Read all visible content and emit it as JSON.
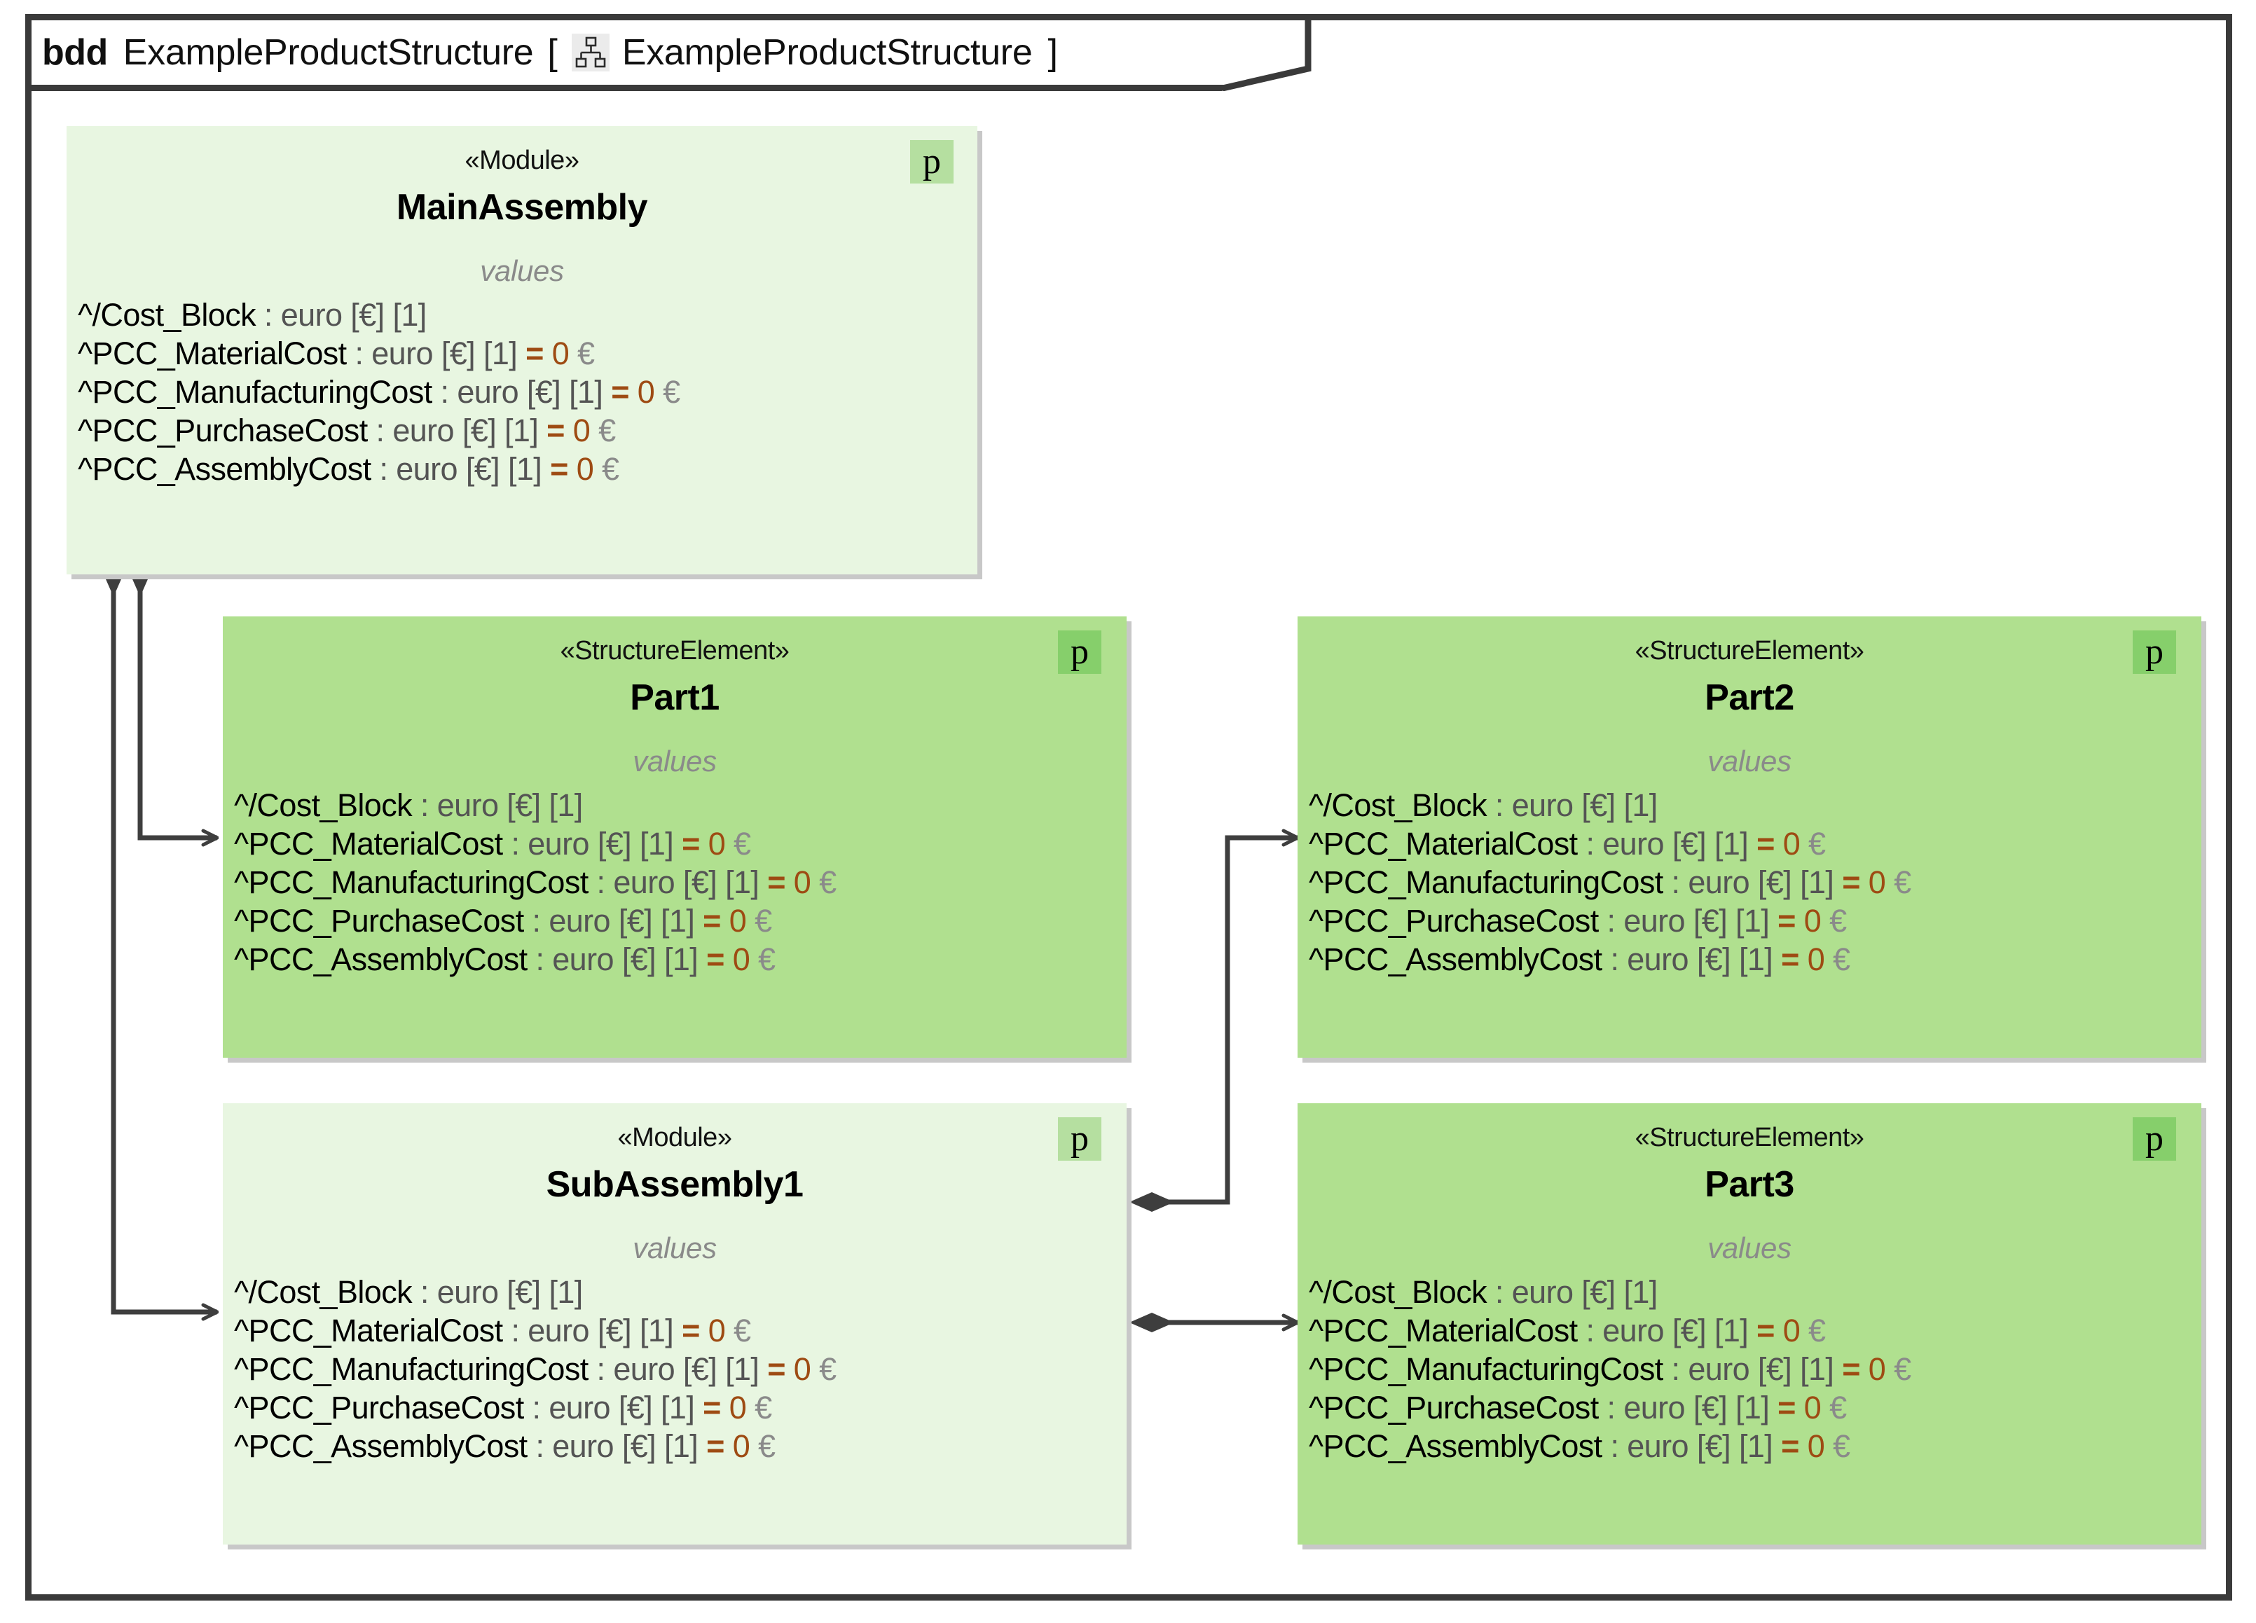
{
  "frame": {
    "kind": "bdd",
    "diagram_name": "ExampleProductStructure",
    "bracket_open": "[",
    "icon": "package-tree-icon",
    "scope_name": "ExampleProductStructure",
    "bracket_close": "]"
  },
  "labels": {
    "values_heading": "values",
    "badge": "p"
  },
  "value_template": {
    "type_text": " : euro [€] [1]",
    "equals": " = ",
    "zero": "0",
    "currency": "€"
  },
  "blocks": [
    {
      "id": "main-assembly",
      "stereotype": "«Module»",
      "name": "MainAssembly",
      "kind": "module",
      "badge": "p",
      "values_heading": "values",
      "values": [
        {
          "prefix": "^",
          "name": "/Cost_Block",
          "type": " : euro [€] [1]",
          "has_default": false
        },
        {
          "prefix": "^",
          "name": "PCC_MaterialCost",
          "type": " : euro [€] [1]",
          "has_default": true,
          "default": "0",
          "currency": "€"
        },
        {
          "prefix": "^",
          "name": "PCC_ManufacturingCost",
          "type": " : euro [€] [1]",
          "has_default": true,
          "default": "0",
          "currency": "€"
        },
        {
          "prefix": "^",
          "name": "PCC_PurchaseCost",
          "type": " : euro [€] [1]",
          "has_default": true,
          "default": "0",
          "currency": "€"
        },
        {
          "prefix": "^",
          "name": "PCC_AssemblyCost",
          "type": " : euro [€] [1]",
          "has_default": true,
          "default": "0",
          "currency": "€"
        }
      ]
    },
    {
      "id": "part1",
      "stereotype": "«StructureElement»",
      "name": "Part1",
      "kind": "structel",
      "badge": "p",
      "values_heading": "values",
      "values": [
        {
          "prefix": "^",
          "name": "/Cost_Block",
          "type": " : euro [€] [1]",
          "has_default": false
        },
        {
          "prefix": "^",
          "name": "PCC_MaterialCost",
          "type": " : euro [€] [1]",
          "has_default": true,
          "default": "0",
          "currency": "€"
        },
        {
          "prefix": "^",
          "name": "PCC_ManufacturingCost",
          "type": " : euro [€] [1]",
          "has_default": true,
          "default": "0",
          "currency": "€"
        },
        {
          "prefix": "^",
          "name": "PCC_PurchaseCost",
          "type": " : euro [€] [1]",
          "has_default": true,
          "default": "0",
          "currency": "€"
        },
        {
          "prefix": "^",
          "name": "PCC_AssemblyCost",
          "type": " : euro [€] [1]",
          "has_default": true,
          "default": "0",
          "currency": "€"
        }
      ]
    },
    {
      "id": "part2",
      "stereotype": "«StructureElement»",
      "name": "Part2",
      "kind": "structel",
      "badge": "p",
      "values_heading": "values",
      "values": [
        {
          "prefix": "^",
          "name": "/Cost_Block",
          "type": " : euro [€] [1]",
          "has_default": false
        },
        {
          "prefix": "^",
          "name": "PCC_MaterialCost",
          "type": " : euro [€] [1]",
          "has_default": true,
          "default": "0",
          "currency": "€"
        },
        {
          "prefix": "^",
          "name": "PCC_ManufacturingCost",
          "type": " : euro [€] [1]",
          "has_default": true,
          "default": "0",
          "currency": "€"
        },
        {
          "prefix": "^",
          "name": "PCC_PurchaseCost",
          "type": " : euro [€] [1]",
          "has_default": true,
          "default": "0",
          "currency": "€"
        },
        {
          "prefix": "^",
          "name": "PCC_AssemblyCost",
          "type": " : euro [€] [1]",
          "has_default": true,
          "default": "0",
          "currency": "€"
        }
      ]
    },
    {
      "id": "subassembly1",
      "stereotype": "«Module»",
      "name": "SubAssembly1",
      "kind": "module",
      "badge": "p",
      "values_heading": "values",
      "values": [
        {
          "prefix": "^",
          "name": "/Cost_Block",
          "type": " : euro [€] [1]",
          "has_default": false
        },
        {
          "prefix": "^",
          "name": "PCC_MaterialCost",
          "type": " : euro [€] [1]",
          "has_default": true,
          "default": "0",
          "currency": "€"
        },
        {
          "prefix": "^",
          "name": "PCC_ManufacturingCost",
          "type": " : euro [€] [1]",
          "has_default": true,
          "default": "0",
          "currency": "€"
        },
        {
          "prefix": "^",
          "name": "PCC_PurchaseCost",
          "type": " : euro [€] [1]",
          "has_default": true,
          "default": "0",
          "currency": "€"
        },
        {
          "prefix": "^",
          "name": "PCC_AssemblyCost",
          "type": " : euro [€] [1]",
          "has_default": true,
          "default": "0",
          "currency": "€"
        }
      ]
    },
    {
      "id": "part3",
      "stereotype": "«StructureElement»",
      "name": "Part3",
      "kind": "structel",
      "badge": "p",
      "values_heading": "values",
      "values": [
        {
          "prefix": "^",
          "name": "/Cost_Block",
          "type": " : euro [€] [1]",
          "has_default": false
        },
        {
          "prefix": "^",
          "name": "PCC_MaterialCost",
          "type": " : euro [€] [1]",
          "has_default": true,
          "default": "0",
          "currency": "€"
        },
        {
          "prefix": "^",
          "name": "PCC_ManufacturingCost",
          "type": " : euro [€] [1]",
          "has_default": true,
          "default": "0",
          "currency": "€"
        },
        {
          "prefix": "^",
          "name": "PCC_PurchaseCost",
          "type": " : euro [€] [1]",
          "has_default": true,
          "default": "0",
          "currency": "€"
        },
        {
          "prefix": "^",
          "name": "PCC_AssemblyCost",
          "type": " : euro [€] [1]",
          "has_default": true,
          "default": "0",
          "currency": "€"
        }
      ]
    }
  ],
  "connections": [
    {
      "id": "main-to-part1",
      "from": "MainAssembly",
      "to": "Part1",
      "type": "composition"
    },
    {
      "id": "main-to-subassembly1",
      "from": "MainAssembly",
      "to": "SubAssembly1",
      "type": "composition"
    },
    {
      "id": "subassembly1-to-part2",
      "from": "SubAssembly1",
      "to": "Part2",
      "type": "composition"
    },
    {
      "id": "subassembly1-to-part3",
      "from": "SubAssembly1",
      "to": "Part3",
      "type": "composition"
    }
  ],
  "colors": {
    "module_fill": "#E8F6E1",
    "structure_element_fill": "#B0E08F",
    "badge_module": "#B5DFA0",
    "badge_structel": "#86CF6B",
    "frame_border": "#3A3A3A",
    "connector": "#3E3E3E",
    "default_value": "#9E4B13",
    "type_text": "#545454",
    "values_heading": "#8A8A8A",
    "shadow": "#C8C8C8"
  }
}
